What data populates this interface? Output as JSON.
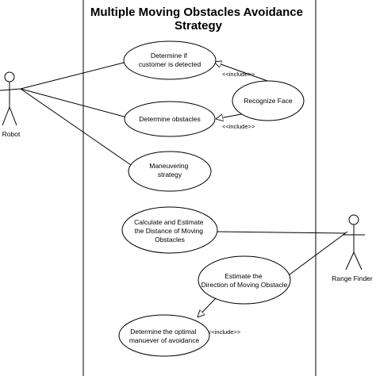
{
  "title_lines": [
    "Multiple Moving Obstacles Avoidance",
    "Strategy"
  ],
  "actors": {
    "robot": "Robot",
    "range_finder": "Range Finder"
  },
  "use_cases": {
    "customer_detected": [
      "Determine if",
      "customer is detected"
    ],
    "obstacles": [
      "Determine obstacles"
    ],
    "maneuvering": [
      "Maneuvering",
      "strategy"
    ],
    "recognize_face": [
      "Recognize Face"
    ],
    "calc_distance": [
      "Calculate and Estimate",
      "the Distance of Moving",
      "Obstacles"
    ],
    "direction": [
      "Estimate the",
      "Direction of Moving Obstacle"
    ],
    "optimal": [
      "Determine the optimal",
      "manuever of avoidance"
    ]
  },
  "relationships": {
    "include_customer": "<<include>>",
    "include_obstacles": "<<include>>",
    "include_optimal": "<<include>>"
  }
}
